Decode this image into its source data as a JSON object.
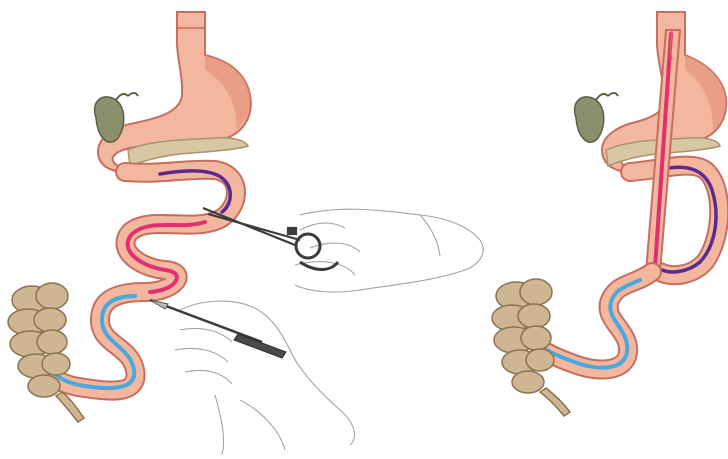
{
  "figure": {
    "panels": [
      {
        "id": "before",
        "description_icon": "surgical-resection-scene"
      },
      {
        "id": "after",
        "description_icon": "bypass-reconstruction-scene"
      }
    ],
    "colors": {
      "background": "#ffffff",
      "organ_fill": "#f3b79f",
      "organ_shade": "#e58e7a",
      "organ_outline": "#c66f5e",
      "jejunum_segment": "#e0306f",
      "duodenum_segment": "#5b2a8c",
      "ileum_segment": "#49a8dc",
      "gallbladder": "#8c8f6c",
      "pancreas": "#d8c7a3",
      "colon": "#cdb691",
      "colon_outline": "#8a7350",
      "hand_line": "#9a9a9a",
      "instrument": "#3c3c3c"
    }
  }
}
